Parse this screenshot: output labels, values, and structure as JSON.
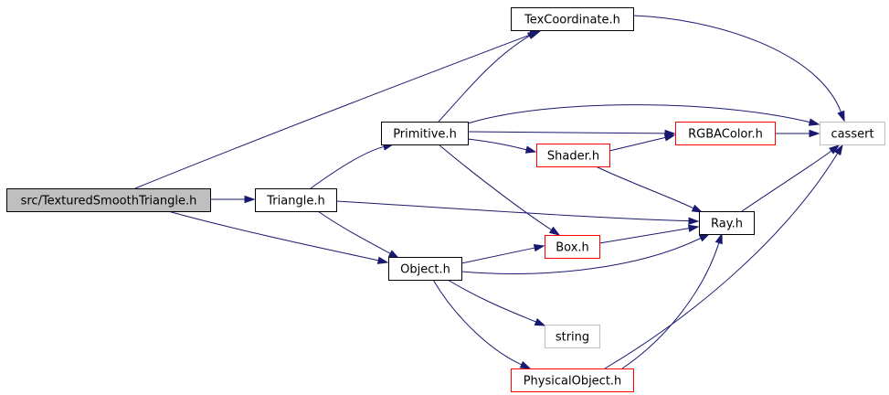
{
  "diagram": {
    "type": "include-dependency-graph",
    "colors": {
      "edge": "#191970",
      "root_fill": "#bfbfbf",
      "default_border": "#000000",
      "incomplete_border": "#ff0000",
      "external_border": "#bfbfbf"
    },
    "nodes": [
      {
        "id": "root",
        "label": "src/TexturedSmoothTriangle.h",
        "kind": "root"
      },
      {
        "id": "triangle",
        "label": "Triangle.h",
        "kind": "normal"
      },
      {
        "id": "texcoord",
        "label": "TexCoordinate.h",
        "kind": "normal"
      },
      {
        "id": "primitive",
        "label": "Primitive.h",
        "kind": "normal"
      },
      {
        "id": "object",
        "label": "Object.h",
        "kind": "normal"
      },
      {
        "id": "cassert",
        "label": "cassert",
        "kind": "external"
      },
      {
        "id": "rgbacolor",
        "label": "RGBAColor.h",
        "kind": "incomplete"
      },
      {
        "id": "shader",
        "label": "Shader.h",
        "kind": "incomplete"
      },
      {
        "id": "ray",
        "label": "Ray.h",
        "kind": "normal"
      },
      {
        "id": "box",
        "label": "Box.h",
        "kind": "incomplete"
      },
      {
        "id": "string",
        "label": "string",
        "kind": "external"
      },
      {
        "id": "physobj",
        "label": "PhysicalObject.h",
        "kind": "incomplete"
      }
    ],
    "edges": [
      {
        "from": "root",
        "to": "triangle"
      },
      {
        "from": "root",
        "to": "texcoord"
      },
      {
        "from": "root",
        "to": "object"
      },
      {
        "from": "triangle",
        "to": "primitive"
      },
      {
        "from": "triangle",
        "to": "object"
      },
      {
        "from": "triangle",
        "to": "ray"
      },
      {
        "from": "texcoord",
        "to": "cassert"
      },
      {
        "from": "primitive",
        "to": "texcoord"
      },
      {
        "from": "primitive",
        "to": "cassert"
      },
      {
        "from": "primitive",
        "to": "rgbacolor"
      },
      {
        "from": "primitive",
        "to": "shader"
      },
      {
        "from": "primitive",
        "to": "box"
      },
      {
        "from": "rgbacolor",
        "to": "cassert"
      },
      {
        "from": "shader",
        "to": "rgbacolor"
      },
      {
        "from": "shader",
        "to": "ray"
      },
      {
        "from": "ray",
        "to": "cassert"
      },
      {
        "from": "object",
        "to": "box"
      },
      {
        "from": "object",
        "to": "ray"
      },
      {
        "from": "object",
        "to": "string"
      },
      {
        "from": "object",
        "to": "physobj"
      },
      {
        "from": "box",
        "to": "ray"
      },
      {
        "from": "physobj",
        "to": "ray"
      },
      {
        "from": "physobj",
        "to": "cassert"
      }
    ]
  }
}
